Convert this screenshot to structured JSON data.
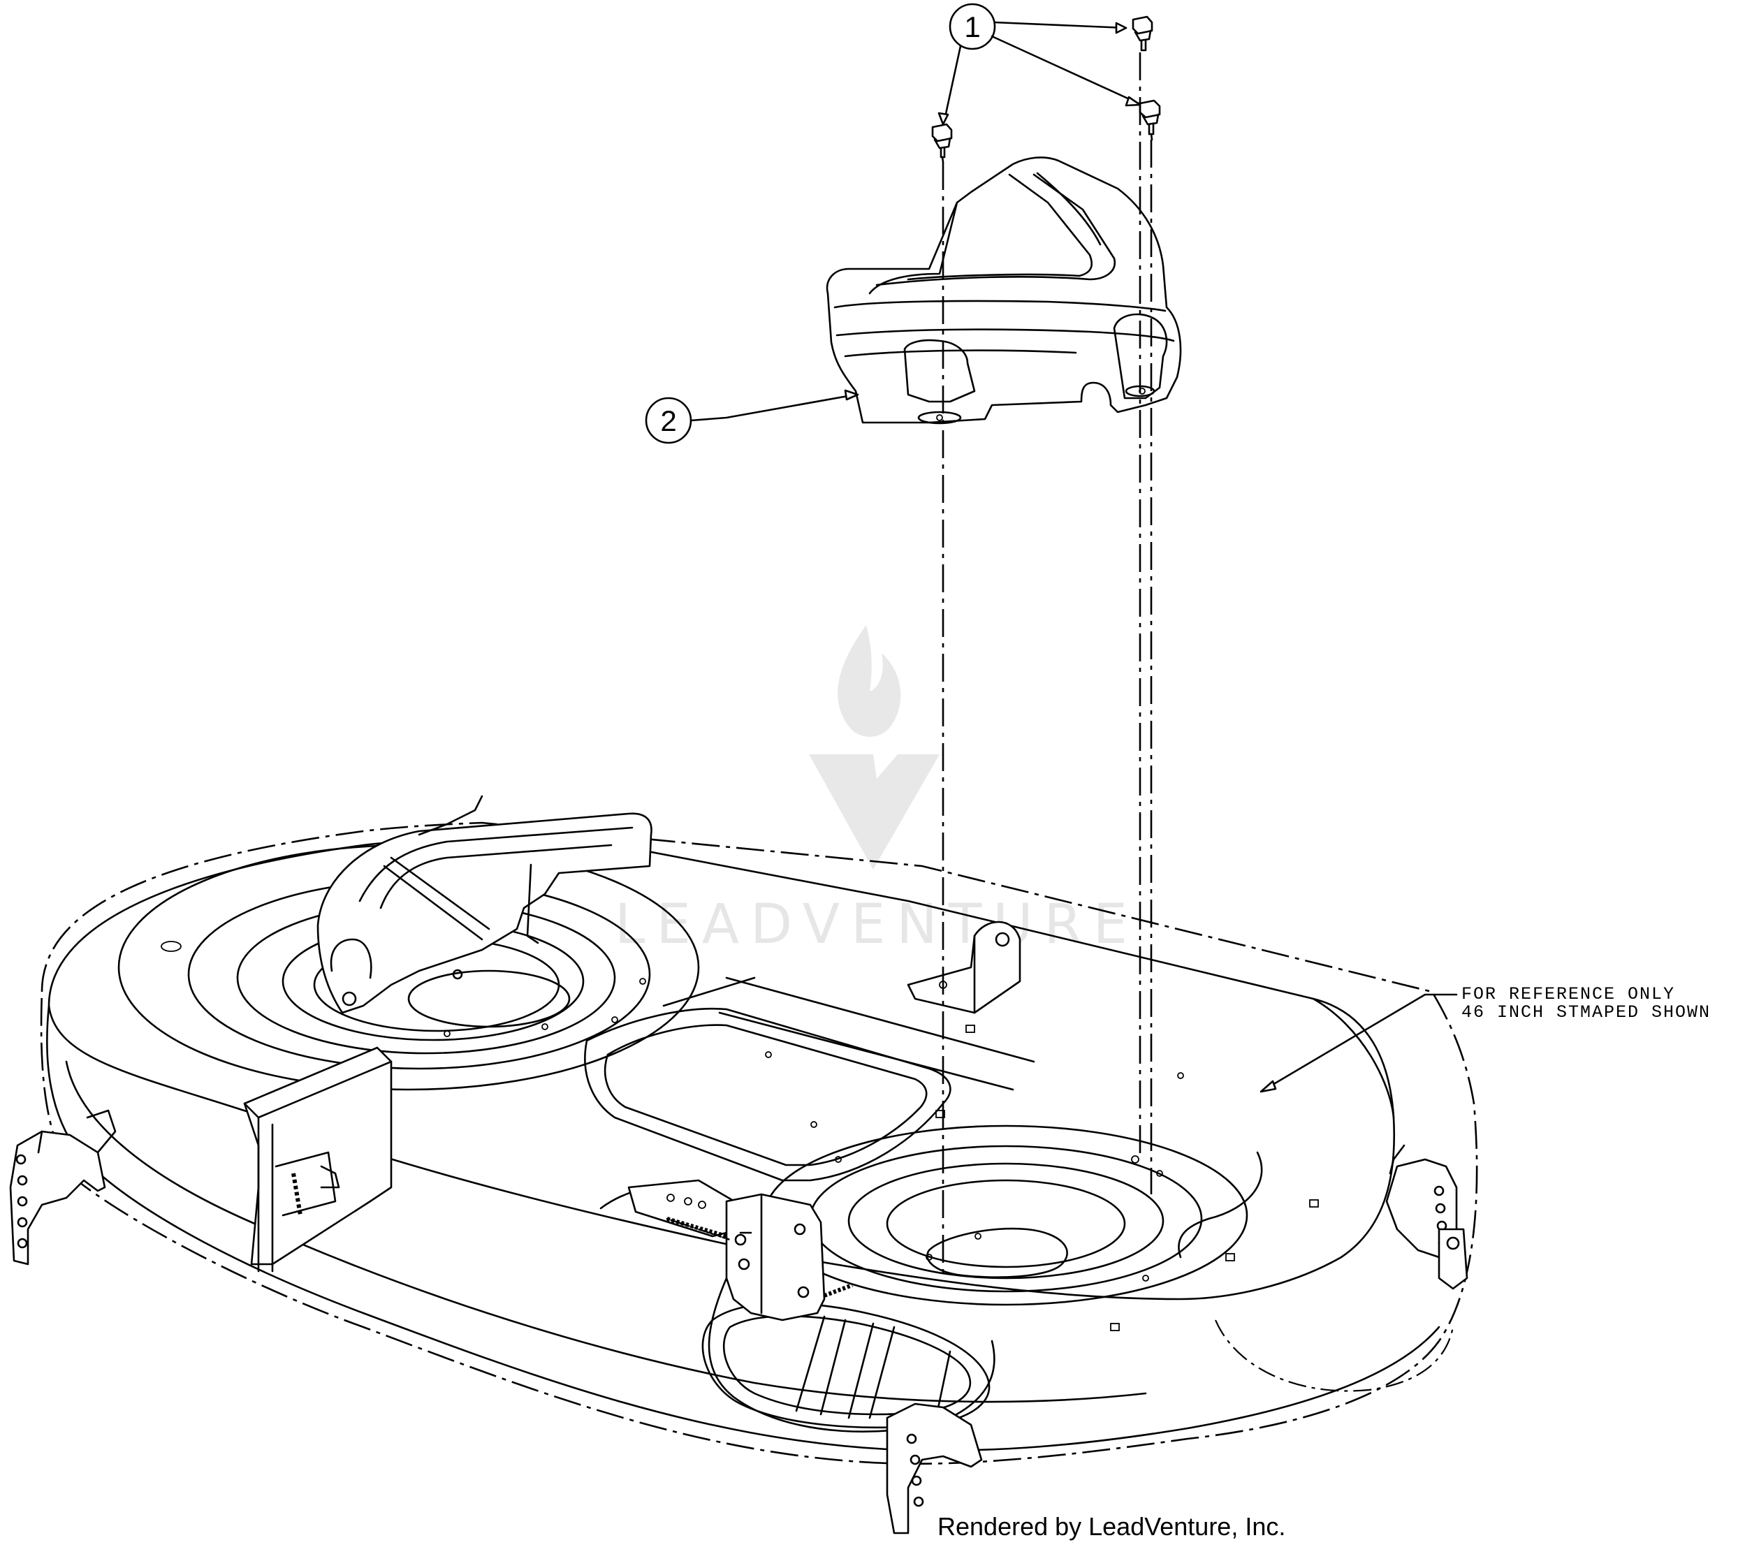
{
  "callouts": [
    {
      "number": "1",
      "part": "screw"
    },
    {
      "number": "2",
      "part": "belt-cover"
    }
  ],
  "note": {
    "line1": "FOR REFERENCE ONLY",
    "line2": "46 INCH STMAPED SHOWN"
  },
  "credit": "Rendered by LeadVenture, Inc.",
  "watermark": "LEADVENTURE"
}
